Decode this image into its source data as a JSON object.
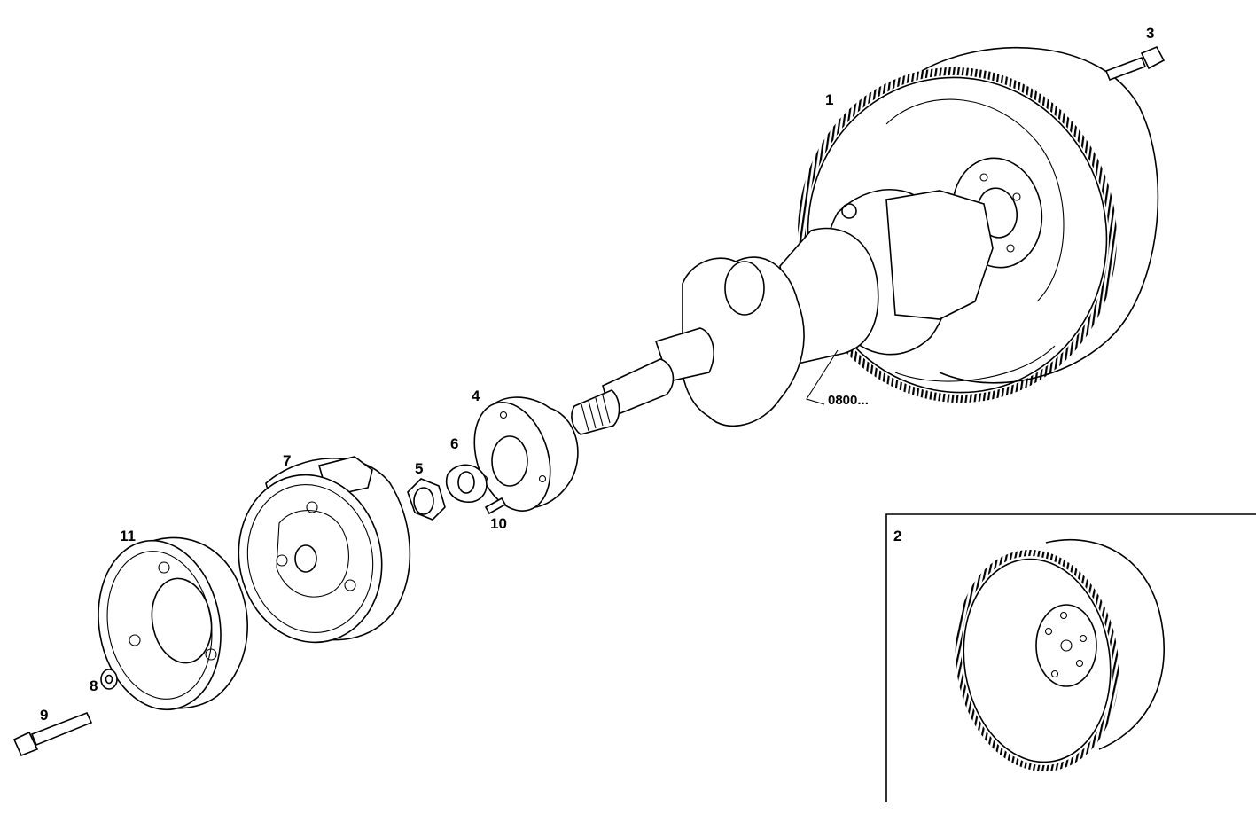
{
  "labels": {
    "p1": "1",
    "p2": "2",
    "p3": "3",
    "p4": "4",
    "p5": "5",
    "p6": "6",
    "p7": "7",
    "p8": "8",
    "p9": "9",
    "p10": "10",
    "p11": "11"
  },
  "reference": "0800..."
}
